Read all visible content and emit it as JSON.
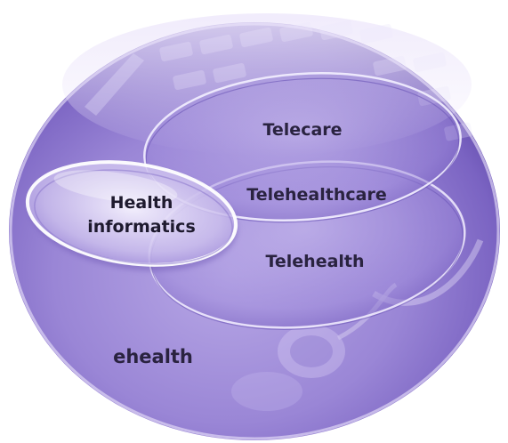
{
  "diagram": {
    "labels": {
      "outer": "ehealth",
      "telecare": "Telecare",
      "telehealthcare": "Telehealthcare",
      "telehealth": "Telehealth",
      "informatics_line1": "Health",
      "informatics_line2": "informatics"
    },
    "colors": {
      "outer_fill": "#9a86d6",
      "outer_dark": "#5e47a8",
      "outer_light": "#d9d0f2",
      "lens_fill": "#b9a9e6",
      "lens_rim": "#f4f0ff",
      "text": "#2a2340"
    }
  }
}
